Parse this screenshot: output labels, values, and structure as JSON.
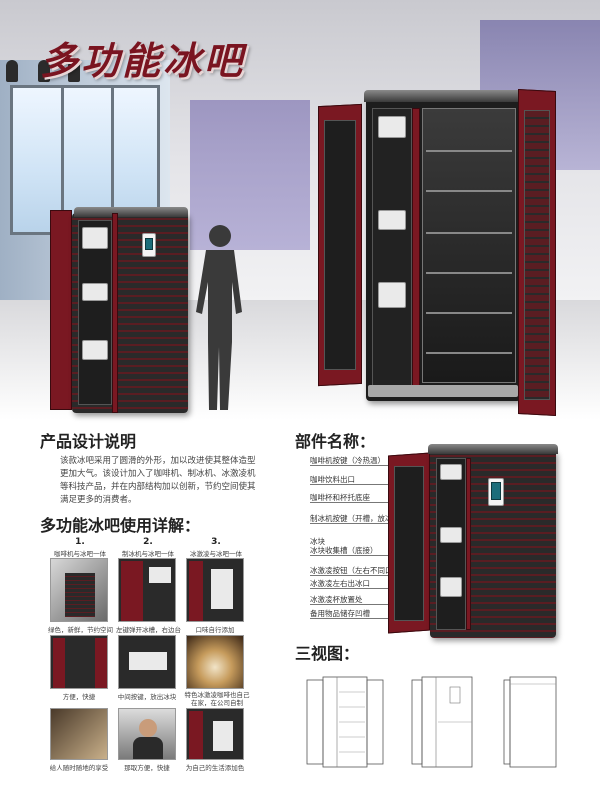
{
  "title": "多功能冰吧",
  "design": {
    "heading": "产品设计说明",
    "text": "该款冰吧采用了圆滑的外形，加以改进使其整体造型更加大气。该设计加入了咖啡机、制冰机、冰激凌机等科技产品，并在内部结构加以创新，节约空间使其满足更多的消费者。"
  },
  "usage": {
    "heading": "多功能冰吧使用详解：",
    "steps": [
      {
        "num": "1.",
        "caption": "咖啡机与冰吧一体"
      },
      {
        "num": "2.",
        "caption": "制冰机与冰吧一体"
      },
      {
        "num": "3.",
        "caption": "冰激凌与冰吧一体"
      }
    ],
    "thumbs": [
      [
        "绿色，新鲜，节约空间",
        "左键弹开冰槽，右边台",
        "口味自行添加"
      ],
      [
        "方便，快捷",
        "中间按键，放出冰块",
        "特色冰激凌咖啡也自己在家，在公司自制"
      ],
      [
        "给人随时随地的享受",
        "那取方便，快捷",
        "为自己的生活添加色"
      ]
    ]
  },
  "parts": {
    "heading": "部件名称：",
    "labels": [
      "咖啡机按键（冷热温）",
      "咖啡饮料出口",
      "咖啡杯和杯托底座",
      "制冰机按键（开槽，放冰，...",
      "冰块",
      "冰块收集槽（底接）",
      "冰激凌按钮（左右不同口味冰...",
      "冰激凌左右出冰口",
      "冰激凌杯放置处",
      "备用物品储存凹槽"
    ]
  },
  "views": {
    "heading": "三视图："
  },
  "colors": {
    "accent": "#7a1420",
    "fridge_red": "#7a1822",
    "fridge_dark": "#2a2a2a"
  }
}
